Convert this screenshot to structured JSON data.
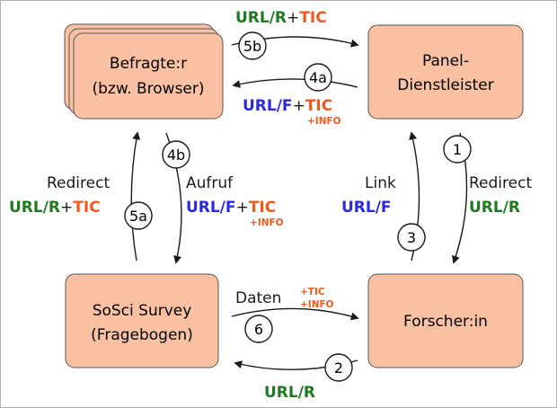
{
  "colors": {
    "box_fill": "#f9c1a2",
    "box_stroke": "#555555",
    "url_r": "#1e7a1e",
    "url_f": "#2a2adc",
    "tic": "#ee5a1e",
    "arrow": "#1a1a1a"
  },
  "nodes": {
    "respondent": {
      "line1": "Befragte:r",
      "line2": "(bzw. Browser)"
    },
    "panel": {
      "line1": "Panel-",
      "line2": "Dienstleister"
    },
    "soscisurvey": {
      "line1": "SoSci Survey",
      "line2": "(Fragebogen)"
    },
    "researcher": {
      "line1": "Forscher:in"
    }
  },
  "steps": {
    "s1": {
      "number": "1",
      "label": "Redirect",
      "code": "URL/R"
    },
    "s2": {
      "number": "2",
      "code": "URL/R"
    },
    "s3": {
      "number": "3",
      "label": "Link",
      "code": "URL/F"
    },
    "s4a": {
      "number": "4a",
      "code": "URL/F",
      "plus": "+",
      "tic": "TIC",
      "info": "+INFO"
    },
    "s4b": {
      "number": "4b",
      "label": "Aufruf",
      "code": "URL/F",
      "plus": "+",
      "tic": "TIC",
      "info": "+INFO"
    },
    "s5a": {
      "number": "5a",
      "label": "Redirect",
      "code": "URL/R",
      "plus": "+",
      "tic": "TIC"
    },
    "s5b": {
      "number": "5b",
      "code": "URL/R",
      "plus": "+",
      "tic": "TIC"
    },
    "s6": {
      "number": "6",
      "label": "Daten",
      "tic": "+TIC",
      "info": "+INFO"
    }
  }
}
